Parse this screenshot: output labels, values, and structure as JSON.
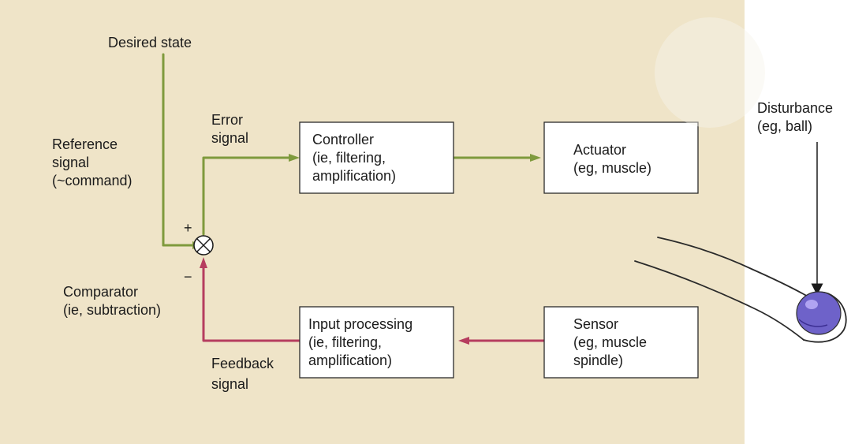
{
  "colors": {
    "panel_background": "#efe4c8",
    "forward_path": "#7f9a3d",
    "feedback_path": "#b63d5f",
    "box_fill": "#ffffff",
    "box_stroke": "#2b2b2b",
    "ball_fill": "#6e62c9"
  },
  "labels": {
    "desired_state": "Desired state",
    "reference_signal": {
      "line1": "Reference",
      "line2": "signal",
      "line3": "(~command)"
    },
    "error_signal": {
      "line1": "Error",
      "line2": "signal"
    },
    "comparator": {
      "line1": "Comparator",
      "line2": "(ie, subtraction)"
    },
    "feedback_signal": {
      "line1": "Feedback",
      "line2": "signal"
    },
    "plus": "+",
    "minus": "−",
    "disturbance": {
      "line1": "Disturbance",
      "line2": "(eg, ball)"
    }
  },
  "boxes": {
    "controller": {
      "line1": "Controller",
      "line2": "(ie, filtering,",
      "line3": "amplification)"
    },
    "actuator": {
      "line1": "Actuator",
      "line2": "(eg, muscle)"
    },
    "input_processing": {
      "line1": "Input processing",
      "line2": "(ie, filtering,",
      "line3": "amplification)"
    },
    "sensor": {
      "line1": "Sensor",
      "line2": "(eg, muscle",
      "line3": "spindle)"
    }
  },
  "icons": {
    "comparator": "circle-cross-icon",
    "disturbance": "ball-icon",
    "arm": "arm-icon"
  }
}
